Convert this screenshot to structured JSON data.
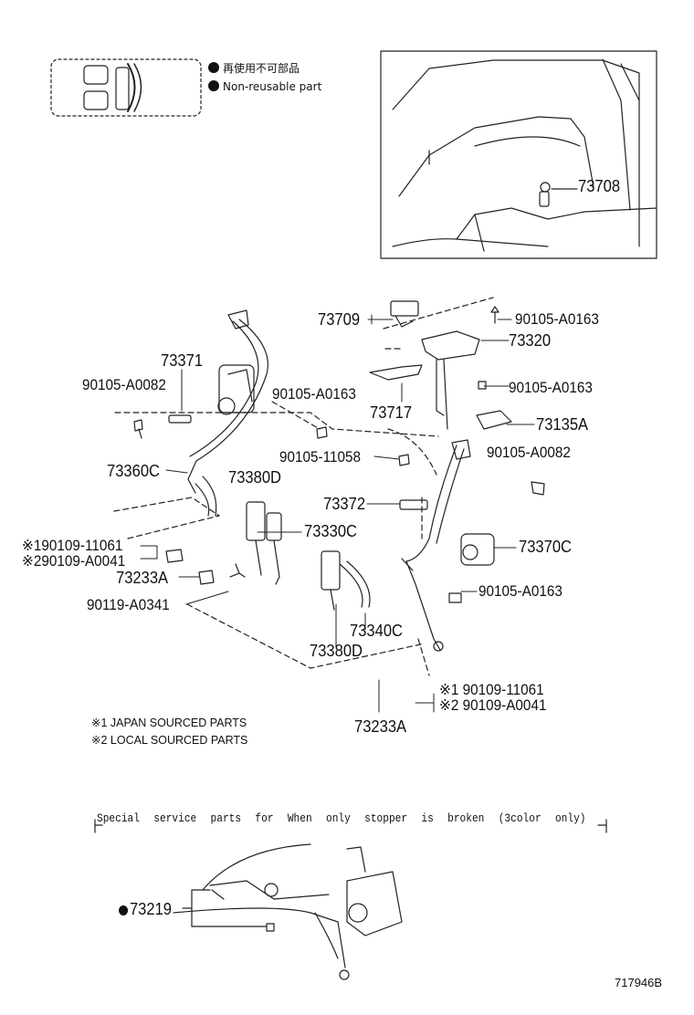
{
  "legend": {
    "jp_label": "再使用不可部品",
    "en_label": "Non-reusable part"
  },
  "parts": {
    "p73708": "73708",
    "p73709": "73709",
    "p73320": "73320",
    "p73717": "73717",
    "p73135A": "73135A",
    "p73371": "73371",
    "p90105A0082_left": "90105-A0082",
    "p90105A0163_center": "90105-A0163",
    "p90105A0163_top": "90105-A0163",
    "p90105A0163_mid": "90105-A0163",
    "p90105A0082_right": "90105-A0082",
    "p90105_11058": "90105-11058",
    "p73360C": "73360C",
    "p73380D_upper": "73380D",
    "p73372": "73372",
    "p73330C": "73330C",
    "p73370C": "73370C",
    "p90109_11061_left": "※190109-11061",
    "p90109_A0041_left": "※290109-A0041",
    "p73233A_left": "73233A",
    "p90119_A0341": "90119-A0341",
    "p90105A0163_lower": "90105-A0163",
    "p73340C": "73340C",
    "p73380D_lower": "73380D",
    "p90109_11061_right": "※1 90109-11061",
    "p90109_A0041_right": "※2 90109-A0041",
    "p73233A_right": "73233A",
    "p73219": "73219"
  },
  "notes": {
    "note1": "※1 JAPAN SOURCED PARTS",
    "note2": "※2 LOCAL SOURCED PARTS",
    "special": "Special service parts for When only stopper is broken (3color only)"
  },
  "figure_id": "717946B"
}
